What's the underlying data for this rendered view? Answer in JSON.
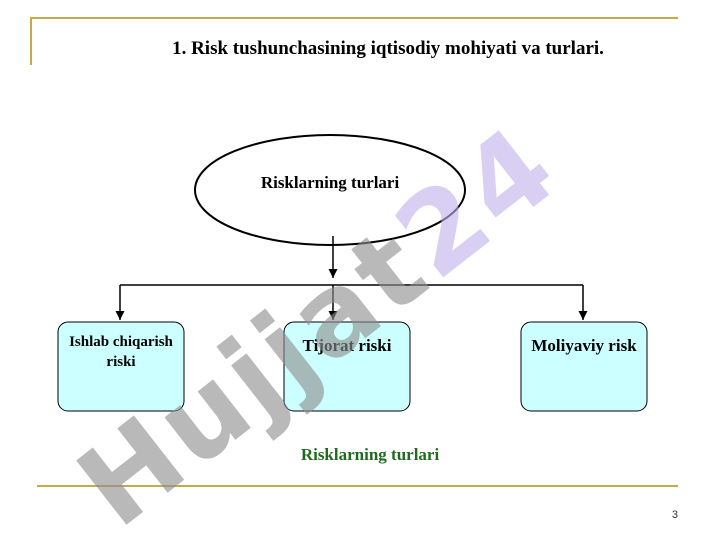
{
  "slide": {
    "title": "1. Risk tushunchasining iqtisodiy mohiyati va turlari.",
    "page_number": "3"
  },
  "diagram": {
    "root": "Risklarning turlari",
    "children": [
      {
        "label": "Ishlab chiqarish riski"
      },
      {
        "label": "Tijorat riski"
      },
      {
        "label": "Moliyaviy risk"
      }
    ],
    "caption": "Risklarning turlari",
    "colors": {
      "box_fill": "#ccffff",
      "caption": "#1f6b1f",
      "rule": "#c9a94a"
    }
  },
  "watermark": {
    "part1": "Hujjat",
    "part2": "24",
    "colors": {
      "part1": "#8f8f8f",
      "part2": "#c2b2ec"
    }
  }
}
